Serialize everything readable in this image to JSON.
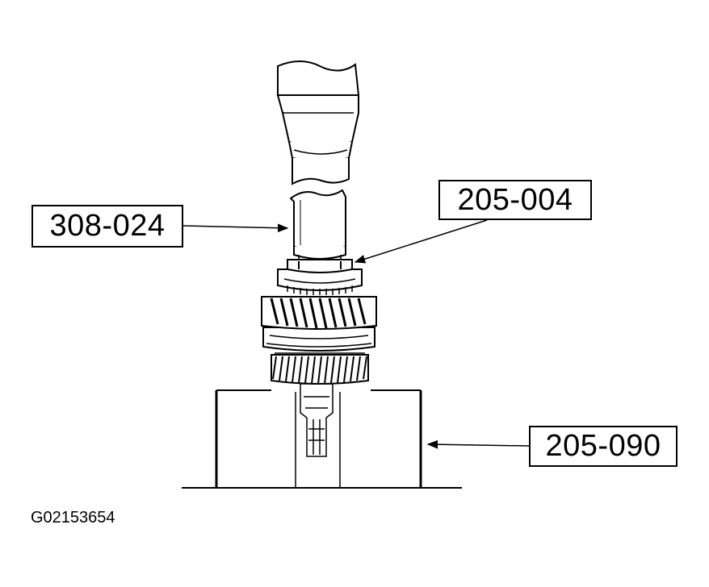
{
  "callouts": {
    "tool_308_024": "308-024",
    "tool_205_004": "205-004",
    "tool_205_090": "205-090"
  },
  "figure_id": "G02153654",
  "colors": {
    "line": "#000000",
    "background": "#ffffff"
  }
}
